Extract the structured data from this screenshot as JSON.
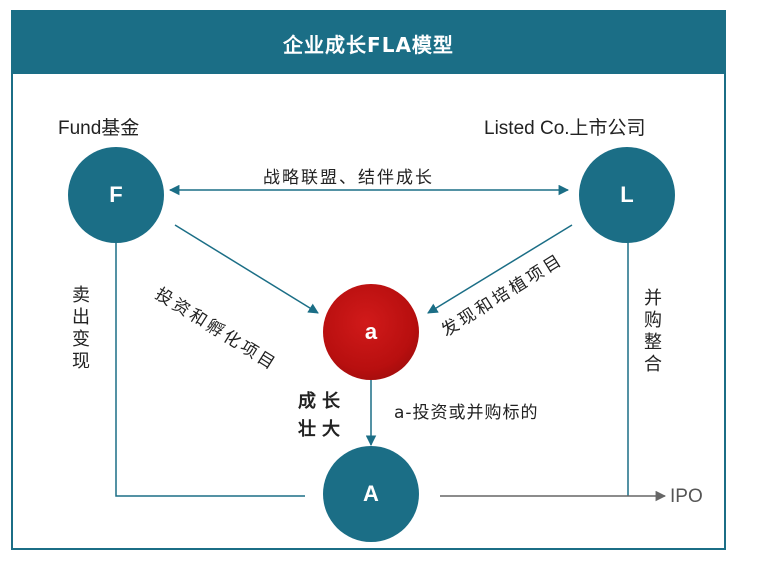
{
  "title": "企业成长FLA模型",
  "labels": {
    "fund": "Fund基金",
    "listed": "Listed Co.上市公司",
    "alliance": "战略联盟、结伴成长",
    "invest_incubate": "投资和孵化项目",
    "discover_cultivate": "发现和培植项目",
    "sell_cash": "卖出变现",
    "merge_integrate": "并购整合",
    "grow_big": "成长壮大",
    "target": "a-投资或并购标的",
    "ipo": "IPO"
  },
  "nodes": {
    "F": "F",
    "L": "L",
    "a": "a",
    "A": "A"
  },
  "colors": {
    "teal": "#1b6e86",
    "red": "#c0141a"
  }
}
